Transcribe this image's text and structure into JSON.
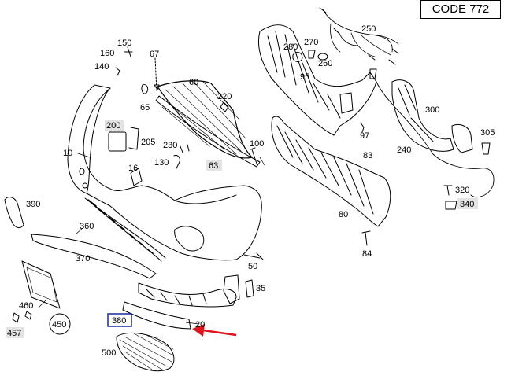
{
  "code_box": {
    "label": "CODE 772"
  },
  "parts": {
    "p150": "150",
    "p160": "160",
    "p140": "140",
    "p67": "67",
    "p60": "60",
    "p65": "65",
    "p220": "220",
    "p200": "200",
    "p205": "205",
    "p10": "10",
    "p230": "230",
    "p130": "130",
    "p16": "16",
    "p63": "63",
    "p100": "100",
    "p390": "390",
    "p360": "360",
    "p370": "370",
    "p460": "460",
    "p450": "450",
    "p457": "457",
    "p380": "380",
    "p20": "20",
    "p500": "500",
    "p50": "50",
    "p35": "35",
    "p280": "280",
    "p270": "270",
    "p260": "260",
    "p250": "250",
    "p95": "95",
    "p97": "97",
    "p300": "300",
    "p305": "305",
    "p240": "240",
    "p83": "83",
    "p80": "80",
    "p84": "84",
    "p320": "320",
    "p340": "340"
  },
  "colors": {
    "line": "#000000",
    "highlight_box": "#e3e3e3",
    "selected_border": "#1a2a9c",
    "arrow": "#e0141e"
  }
}
